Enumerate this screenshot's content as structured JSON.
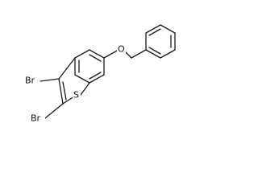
{
  "structure": {
    "atoms": {
      "bromine_1": "Br",
      "bromine_2": "Br",
      "sulfur": "S",
      "oxygen": "O"
    }
  }
}
